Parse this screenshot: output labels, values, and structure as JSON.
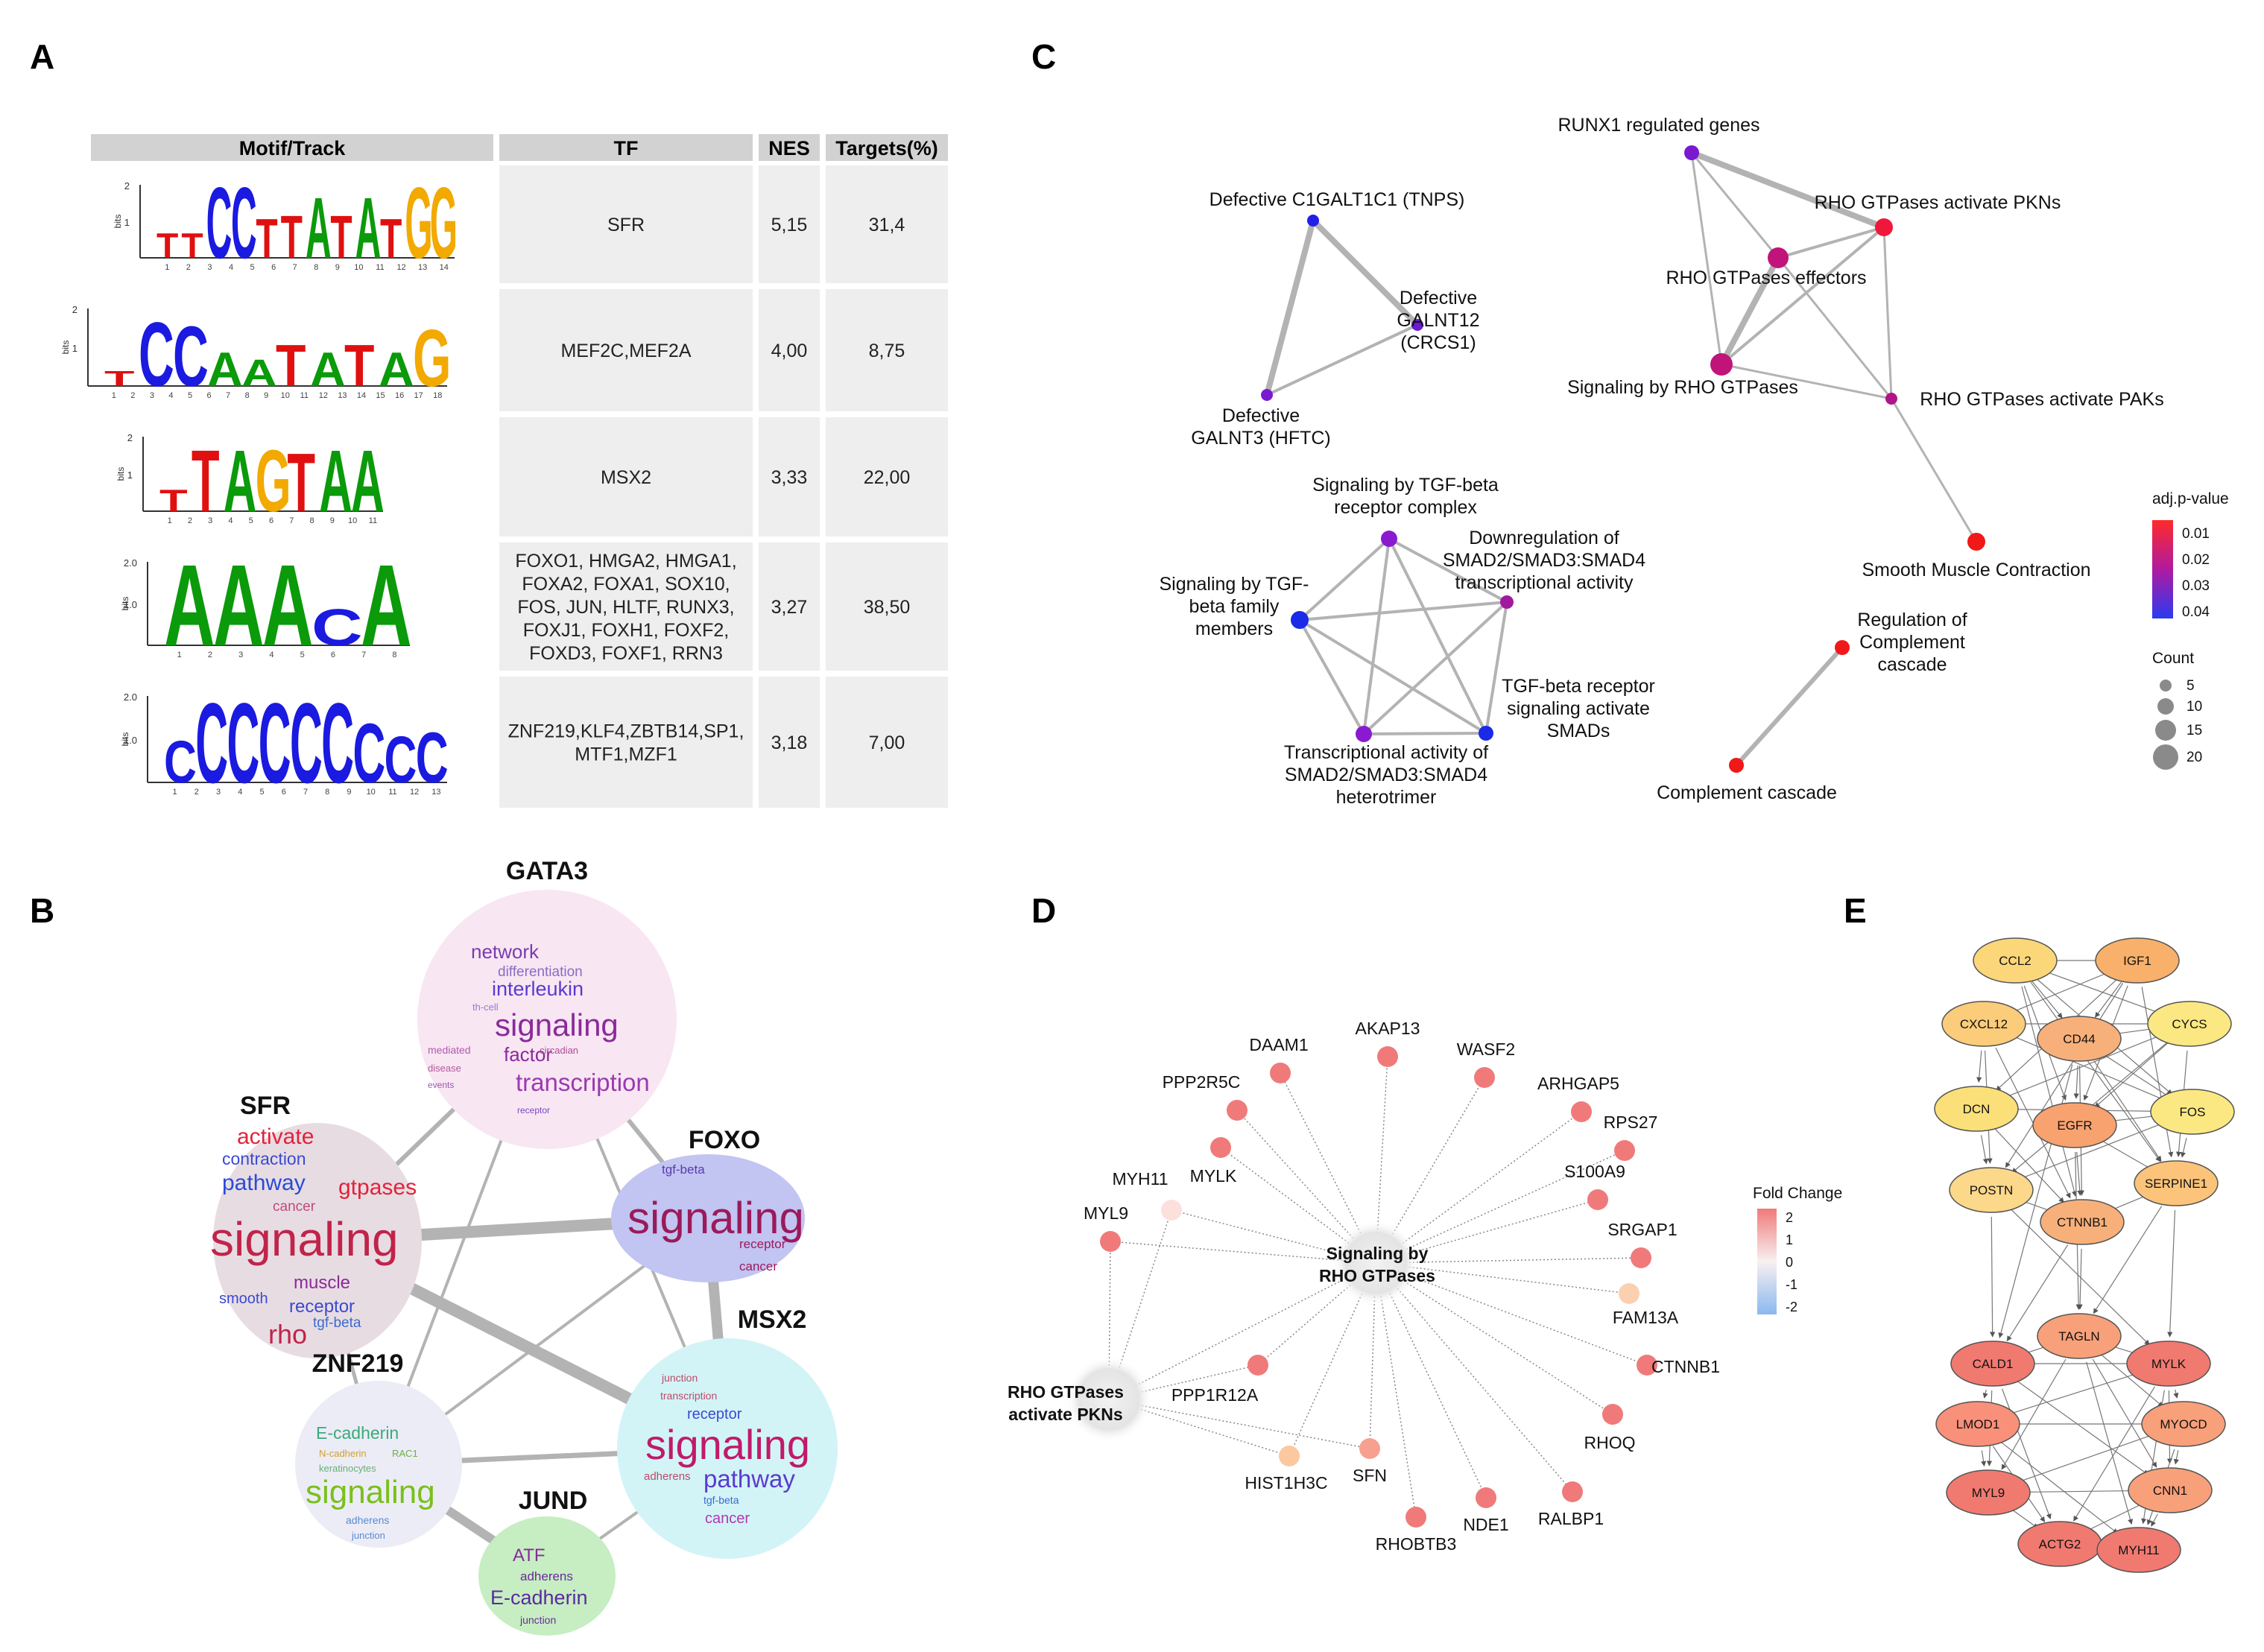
{
  "panels": {
    "a": "A",
    "b": "B",
    "c": "C",
    "d": "D",
    "e": "E"
  },
  "colors": {
    "header_bg": "#d2d2d2",
    "row_bg": "#eeeeee",
    "edge": "#b3b3b3",
    "logo_A": "#0a9a0a",
    "logo_C": "#1a1ae0",
    "logo_G": "#f2a900",
    "logo_T": "#e01010"
  },
  "motif_table": {
    "headers": [
      "Motif/Track",
      "TF",
      "NES",
      "Targets(%)"
    ],
    "rows": [
      {
        "tf": [
          "SFR"
        ],
        "nes": "5,15",
        "targets": "31,4",
        "logo": "TTCCTTATATGG",
        "ymax": "2",
        "ymid": "1",
        "ylabel": "bits",
        "pos": [
          "1",
          "2",
          "3",
          "4",
          "5",
          "6",
          "7",
          "8",
          "9",
          "10",
          "11",
          "12",
          "13",
          "14"
        ]
      },
      {
        "tf": [
          "MEF2C,MEF2A"
        ],
        "nes": "4,00",
        "targets": "8,75",
        "logo": "TCCAATATAG",
        "ymax": "2",
        "ymid": "1",
        "ylabel": "bits",
        "pos": [
          "1",
          "2",
          "3",
          "4",
          "5",
          "6",
          "7",
          "8",
          "9",
          "10",
          "11",
          "12",
          "13",
          "14",
          "15",
          "16",
          "17",
          "18"
        ]
      },
      {
        "tf": [
          "MSX2"
        ],
        "nes": "3,33",
        "targets": "22,00",
        "logo": "TTAGTAA",
        "ymax": "2",
        "ymid": "1",
        "ylabel": "bits",
        "pos": [
          "1",
          "2",
          "3",
          "4",
          "5",
          "6",
          "7",
          "8",
          "9",
          "10",
          "11"
        ]
      },
      {
        "tf": [
          "FOXO1, HMGA2, HMGA1,",
          "FOXA2, FOXA1, SOX10,",
          "FOS, JUN, HLTF,  RUNX3,",
          "FOXJ1, FOXH1, FOXF2,",
          "FOXD3, FOXF1, RRN3"
        ],
        "nes": "3,27",
        "targets": "38,50",
        "logo": "AAACA",
        "ymax": "2.0",
        "ymid": "1.0",
        "ylabel": "bits",
        "pos": [
          "1",
          "2",
          "3",
          "4",
          "5",
          "6",
          "7",
          "8"
        ]
      },
      {
        "tf": [
          "ZNF219,KLF4,ZBTB14,SP1,",
          "MTF1,MZF1"
        ],
        "nes": "3,18",
        "targets": "7,00",
        "logo": "CCCCCCCCC",
        "ymax": "2.0",
        "ymid": "1.0",
        "ylabel": "bits",
        "pos": [
          "1",
          "2",
          "3",
          "4",
          "5",
          "6",
          "7",
          "8",
          "9",
          "10",
          "11",
          "12",
          "13"
        ]
      }
    ]
  },
  "wordclouds": [
    {
      "id": "gata3",
      "title": "GATA3",
      "fill": "#f8e6f3",
      "words": [
        [
          "network",
          "#7a3ab0"
        ],
        [
          "differentiation",
          "#8b6bc4"
        ],
        [
          "interleukin",
          "#5a3ad0"
        ],
        [
          "th-cell",
          "#9a7ad0"
        ],
        [
          "signaling",
          "#8a2a9a"
        ],
        [
          "mediated",
          "#b05ab0"
        ],
        [
          "factor",
          "#8a2a9a"
        ],
        [
          "circadian",
          "#b04a9a"
        ],
        [
          "disease",
          "#b05a9a"
        ],
        [
          "transcription",
          "#9a3ab0"
        ],
        [
          "events",
          "#9a5ab0"
        ],
        [
          "receptor",
          "#7a4ac0"
        ]
      ]
    },
    {
      "id": "sfr",
      "title": "SFR",
      "fill": "#e8dce3",
      "words": [
        [
          "activate",
          "#e0243a"
        ],
        [
          "contraction",
          "#3a4ad0"
        ],
        [
          "pathway",
          "#2a4ad8"
        ],
        [
          "gtpases",
          "#e0243a"
        ],
        [
          "cancer",
          "#c04a7a"
        ],
        [
          "signaling",
          "#c0244a"
        ],
        [
          "muscle",
          "#8a2a9a"
        ],
        [
          "smooth",
          "#3a4ad0"
        ],
        [
          "receptor",
          "#3a4ad0"
        ],
        [
          "rho",
          "#c0244a"
        ],
        [
          "tgf-beta",
          "#3a6ad0"
        ]
      ]
    },
    {
      "id": "foxo",
      "title": "FOXO",
      "fill": "#c2c4f2",
      "words": [
        [
          "tgf-beta",
          "#5a3ab0"
        ],
        [
          "signaling",
          "#9a1a5a"
        ],
        [
          "receptor",
          "#9a1a5a"
        ],
        [
          "cancer",
          "#9a1a5a"
        ]
      ]
    },
    {
      "id": "msx2",
      "title": "MSX2",
      "fill": "#d2f4f6",
      "words": [
        [
          "junction",
          "#c04a6a"
        ],
        [
          "transcription",
          "#c04a6a"
        ],
        [
          "receptor",
          "#3a4ad0"
        ],
        [
          "signaling",
          "#c01a6a"
        ],
        [
          "adherens",
          "#c04a6a"
        ],
        [
          "pathway",
          "#5a3ad0"
        ],
        [
          "tgf-beta",
          "#3a6ad0"
        ],
        [
          "cancer",
          "#b03ab0"
        ]
      ]
    },
    {
      "id": "znf219",
      "title": "ZNF219",
      "fill": "#ececf6",
      "words": [
        [
          "E-cadherin",
          "#3aaa7a"
        ],
        [
          "N-cadherin",
          "#d0a030"
        ],
        [
          "RAC1",
          "#6ab04a"
        ],
        [
          "keratinocytes",
          "#6ab07a"
        ],
        [
          "signaling",
          "#7ac01a"
        ],
        [
          "adherens",
          "#5a8ad0"
        ],
        [
          "junction",
          "#5a8ad0"
        ]
      ]
    },
    {
      "id": "jund",
      "title": "JUND",
      "fill": "#c6eec2",
      "words": [
        [
          "ATF",
          "#8a2a9a"
        ],
        [
          "adherens",
          "#6a2a9a"
        ],
        [
          "E-cadherin",
          "#5a2aa0"
        ],
        [
          "junction",
          "#6a2a9a"
        ]
      ]
    }
  ],
  "pathway_network": {
    "legend_title": "adj.p-value",
    "legend_ticks": [
      "0.01",
      "0.02",
      "0.03",
      "0.04"
    ],
    "count_title": "Count",
    "count_ticks": [
      "5",
      "10",
      "15",
      "20"
    ],
    "nodes": [
      {
        "id": "n1",
        "label": [
          "Defective C1GALT1C1 (TNPS)"
        ],
        "color": "#2020e8"
      },
      {
        "id": "n2",
        "label": [
          "Defective",
          "GALNT12",
          "(CRCS1)"
        ],
        "color": "#6a1ad0"
      },
      {
        "id": "n3",
        "label": [
          "Defective",
          "GALNT3 (HFTC)"
        ],
        "color": "#7a1ad0"
      },
      {
        "id": "n4",
        "label": [
          "RUNX1 regulated genes"
        ],
        "color": "#7a1ad0"
      },
      {
        "id": "n5",
        "label": [
          "RHO GTPases activate PKNs"
        ],
        "color": "#f0183a"
      },
      {
        "id": "n6",
        "label": [
          "RHO GTPases effectors"
        ],
        "color": "#c0147a"
      },
      {
        "id": "n7",
        "label": [
          "Signaling by RHO GTPases"
        ],
        "color": "#c0147a"
      },
      {
        "id": "n8",
        "label": [
          "RHO GTPases activate PAKs"
        ],
        "color": "#b0148a"
      },
      {
        "id": "n9",
        "label": [
          "Smooth Muscle Contraction"
        ],
        "color": "#f01818"
      },
      {
        "id": "n10",
        "label": [
          "Signaling by TGF-beta",
          "receptor complex"
        ],
        "color": "#8a1ad0"
      },
      {
        "id": "n11",
        "label": [
          "Downregulation of",
          "SMAD2/SMAD3:SMAD4",
          "transcriptional activity"
        ],
        "color": "#a01aa0"
      },
      {
        "id": "n12",
        "label": [
          "Signaling by TGF-",
          "beta family",
          "members"
        ],
        "color": "#1a2ae8"
      },
      {
        "id": "n13",
        "label": [
          "TGF-beta receptor",
          "signaling activate",
          "SMADs"
        ],
        "color": "#1a2ae8"
      },
      {
        "id": "n14",
        "label": [
          "Transcriptional activity of",
          "SMAD2/SMAD3:SMAD4",
          "heterotrimer"
        ],
        "color": "#8a1ad0"
      },
      {
        "id": "n15",
        "label": [
          "Regulation of",
          "Complement",
          "cascade"
        ],
        "color": "#f01818"
      },
      {
        "id": "n16",
        "label": [
          "Complement cascade"
        ],
        "color": "#f01818"
      }
    ]
  },
  "gene_network": {
    "legend_title": "Fold Change",
    "legend_ticks": [
      "2",
      "1",
      "0",
      "-1",
      "-2"
    ],
    "hub1": [
      "Signaling by",
      "RHO GTPases"
    ],
    "hub2": [
      "RHO GTPases",
      "activate PKNs"
    ],
    "genes": [
      "DAAM1",
      "AKAP13",
      "WASF2",
      "PPP2R5C",
      "ARHGAP5",
      "MYLK",
      "RPS27",
      "S100A9",
      "MYH11",
      "MYL9",
      "SRGAP1",
      "FAM13A",
      "CTNNB1",
      "PPP1R12A",
      "RHOQ",
      "RALBP1",
      "NDE1",
      "RHOBTB3",
      "SFN",
      "HIST1H3C"
    ],
    "gene_colors": {
      "MYH11": "#fbe0dc",
      "FAM13A": "#fbd0b0",
      "HIST1H3C": "#fbc8a0",
      "SFN": "#f8a090"
    },
    "default_color": "#f07a7a"
  },
  "ppi_network": {
    "nodes": [
      {
        "label": "CCL2",
        "color": "#fbd77a"
      },
      {
        "label": "IGF1",
        "color": "#f8b06a"
      },
      {
        "label": "CXCL12",
        "color": "#fbcc7a"
      },
      {
        "label": "CD44",
        "color": "#f8b07a"
      },
      {
        "label": "CYCS",
        "color": "#fbe882"
      },
      {
        "label": "DCN",
        "color": "#fbe07a"
      },
      {
        "label": "EGFR",
        "color": "#f8a270"
      },
      {
        "label": "FOS",
        "color": "#fbe882"
      },
      {
        "label": "POSTN",
        "color": "#fbd88a"
      },
      {
        "label": "SERPINE1",
        "color": "#fbc47a"
      },
      {
        "label": "CTNNB1",
        "color": "#f8b07a"
      },
      {
        "label": "TAGLN",
        "color": "#f8a07a"
      },
      {
        "label": "CALD1",
        "color": "#f07a70"
      },
      {
        "label": "MYLK",
        "color": "#f07a70"
      },
      {
        "label": "LMOD1",
        "color": "#f8907a"
      },
      {
        "label": "MYOCD",
        "color": "#f8a07a"
      },
      {
        "label": "MYL9",
        "color": "#f07a70"
      },
      {
        "label": "CNN1",
        "color": "#f8a07a"
      },
      {
        "label": "ACTG2",
        "color": "#f07a70"
      },
      {
        "label": "MYH11",
        "color": "#f07a70"
      }
    ]
  }
}
